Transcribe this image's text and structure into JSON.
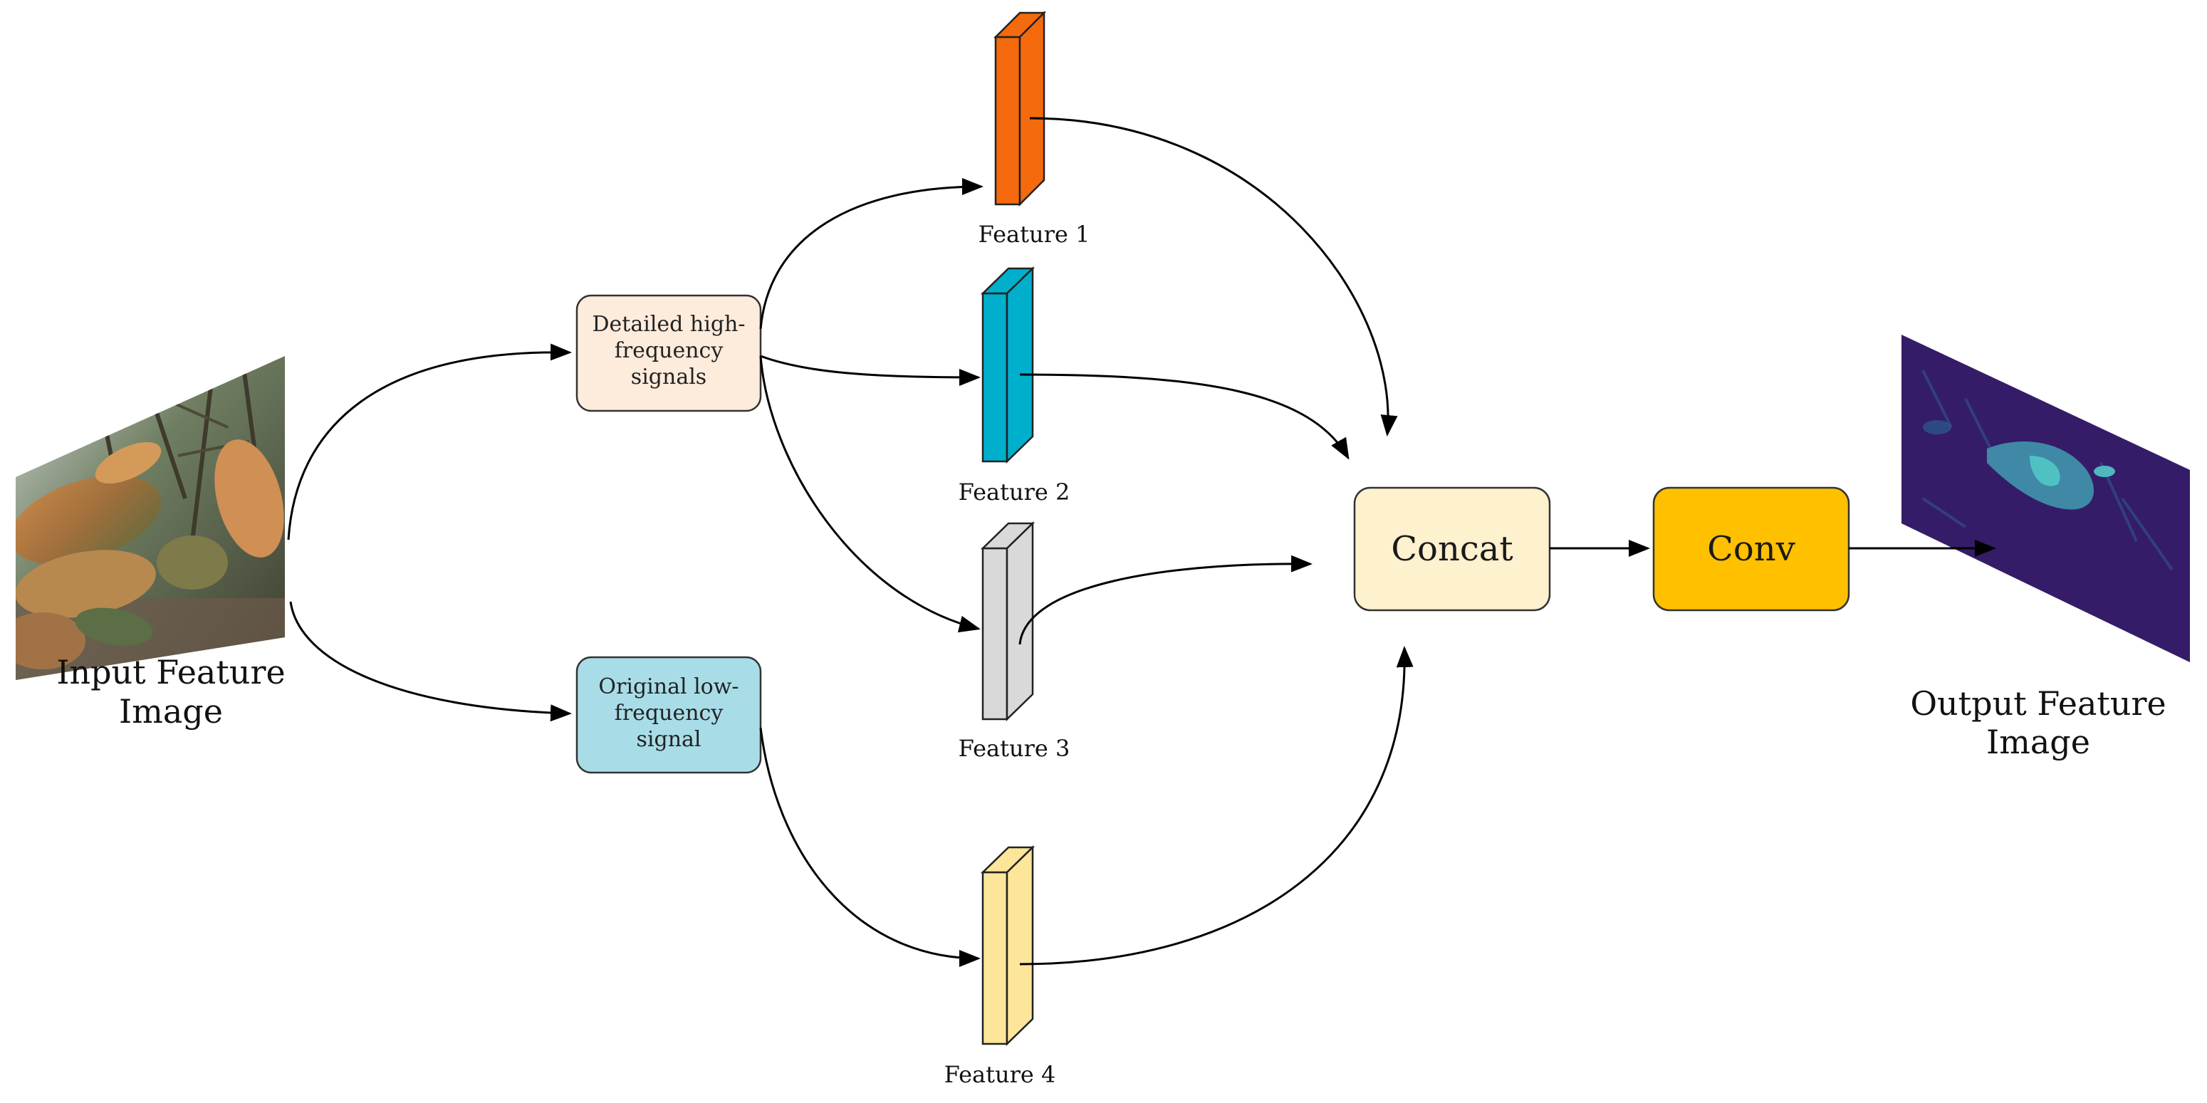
{
  "input_image": {
    "caption_line1": "Input Feature",
    "caption_line2": "Image"
  },
  "output_image": {
    "caption_line1": "Output Feature",
    "caption_line2": "Image"
  },
  "high_freq_box": {
    "line1": "Detailed high-",
    "line2": "frequency",
    "line3": "signals",
    "color": "#FDEBDC"
  },
  "low_freq_box": {
    "line1": "Original low-",
    "line2": "frequency",
    "line3": "signal",
    "color": "#A8DDE8"
  },
  "features": [
    {
      "label": "Feature 1",
      "color": "#F46A0C"
    },
    {
      "label": "Feature 2",
      "color": "#00AFCB"
    },
    {
      "label": "Feature 3",
      "color": "#D9D9D9"
    },
    {
      "label": "Feature 4",
      "color": "#FDE59A"
    }
  ],
  "concat_box": {
    "label": "Concat",
    "color": "#FDF1CE"
  },
  "conv_box": {
    "label": "Conv",
    "color": "#FFC000"
  }
}
